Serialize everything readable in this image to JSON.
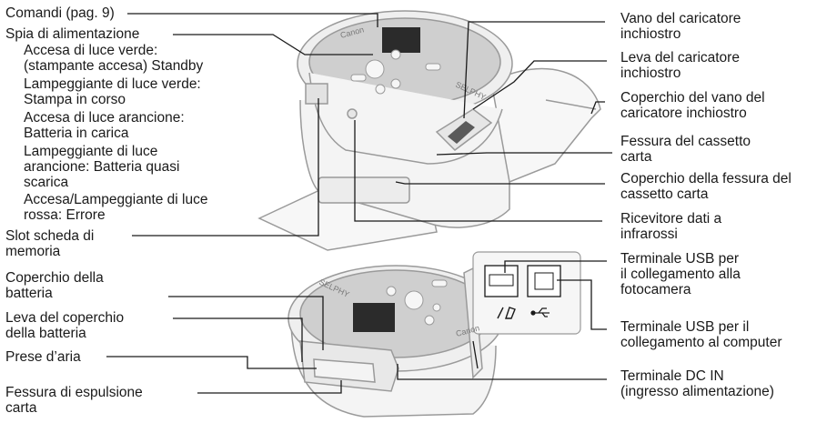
{
  "left_labels": {
    "comandi": "Comandi (pag. 9)",
    "spia": "Spia di alimentazione",
    "spia_states": [
      "Accesa di luce verde:\n(stampante accesa) Standby",
      "Lampeggiante di luce verde:\nStampa in corso",
      "Accesa di luce arancione:\nBatteria in carica",
      "Lampeggiante di luce\narancione: Batteria quasi\nscarica",
      "Accesa/Lampeggiante di luce\nrossa: Errore"
    ],
    "slot": "Slot scheda di\nmemoria",
    "coperchio_batteria": "Coperchio della\nbatteria",
    "leva_coperchio": "Leva del coperchio\ndella batteria",
    "prese_aria": "Prese d’aria",
    "fessura_espulsione": "Fessura di espulsione\ncarta"
  },
  "right_labels": {
    "vano": "Vano del caricatore\ninchiostro",
    "leva_caricatore": "Leva del caricatore\ninchiostro",
    "coperchio_vano": "Coperchio del vano del\ncaricatore inchiostro",
    "fessura_cassetto": "Fessura del cassetto\ncarta",
    "coperchio_fessura": "Coperchio della fessura del\ncassetto carta",
    "ricevitore": "Ricevitore dati a\ninfrarossi",
    "usb_camera": "Terminale USB per\nil collegamento alla\nfotocamera",
    "usb_computer": "Terminale USB per il\ncollegamento al computer",
    "dc_in": "Terminale DC IN\n(ingresso alimentazione)"
  },
  "device_text": {
    "brand": "Canon",
    "model": "SELPHY"
  },
  "colors": {
    "line": "#1a1a1a",
    "body_outline": "#9a9a9a",
    "body_fill": "#f4f4f4",
    "panel_fill": "#c9c9c9",
    "screen_fill": "#2b2b2b"
  }
}
